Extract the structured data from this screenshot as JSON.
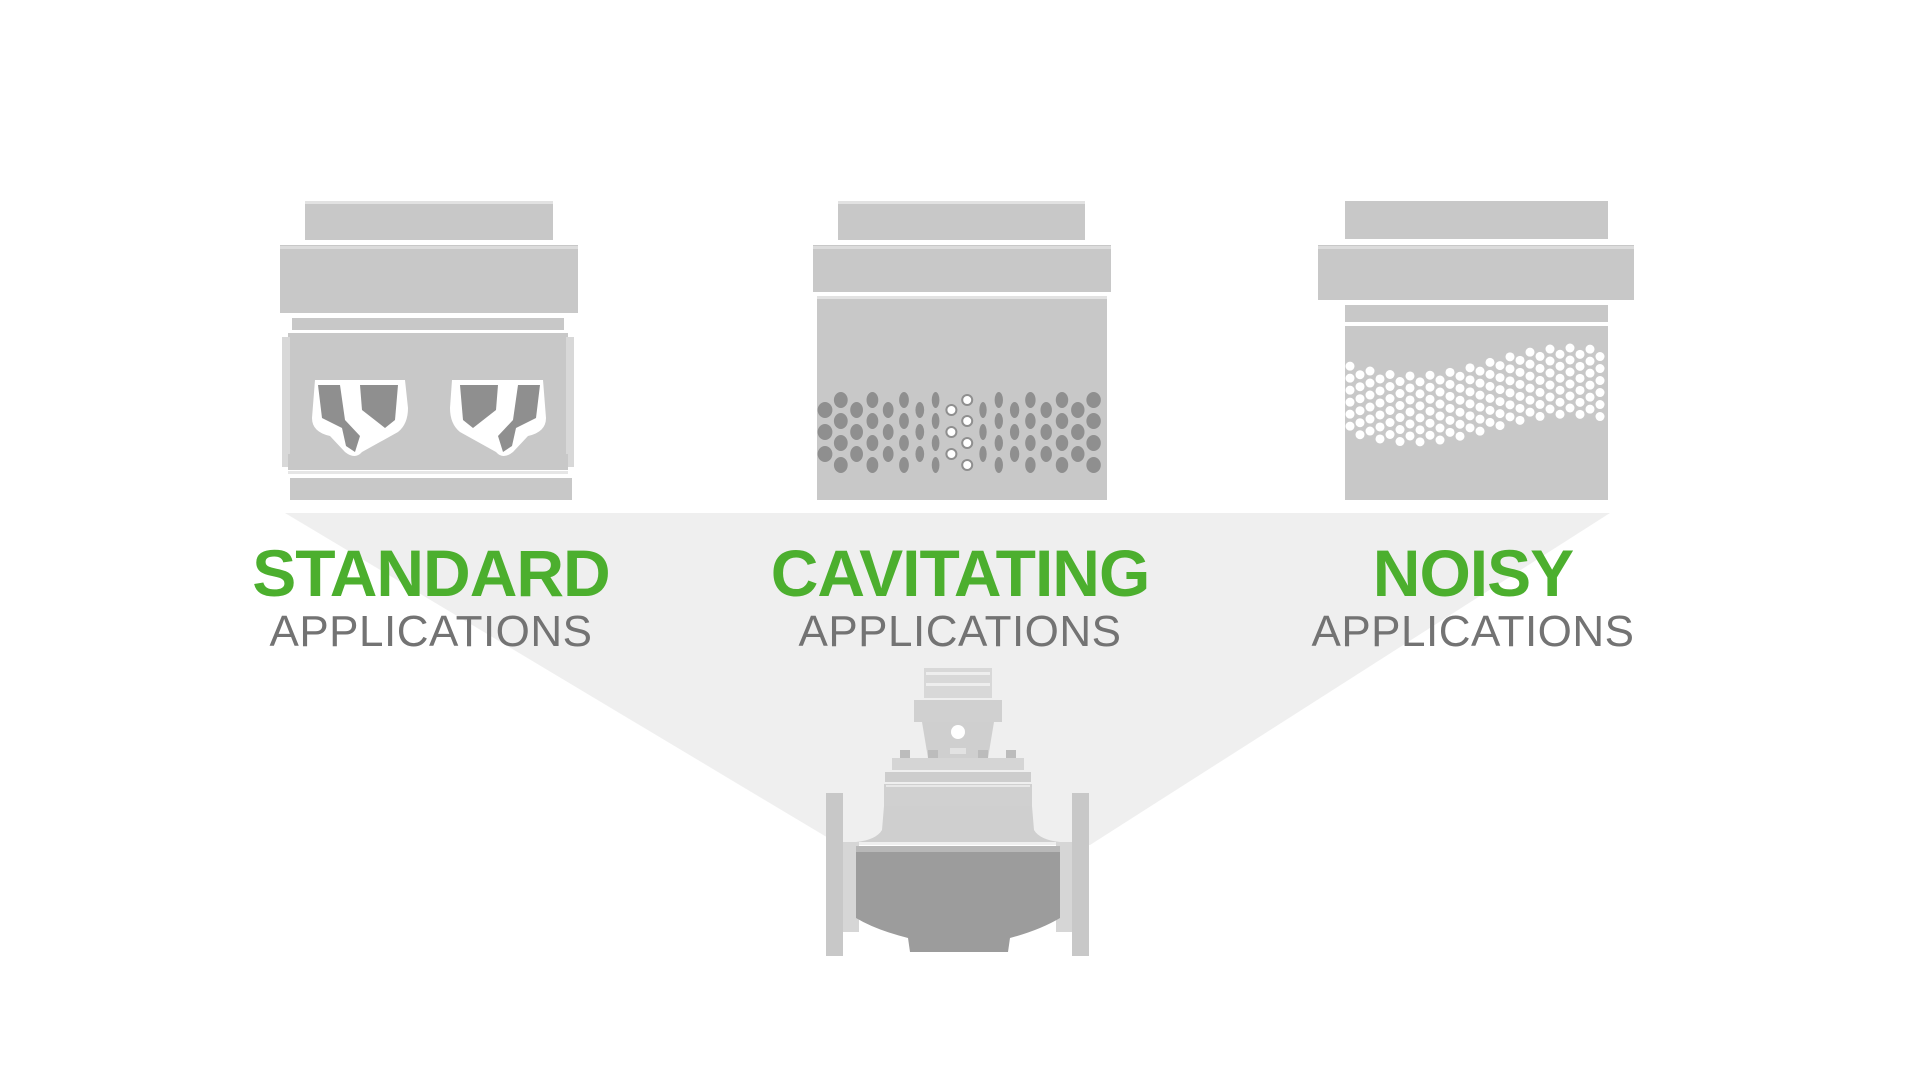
{
  "colors": {
    "accent_green": "#4caf2e",
    "subtitle_gray": "#737373",
    "trim_gray": "#c8c8c8",
    "dark_gray": "#9c9c9c",
    "light_gray": "#e2e2e2",
    "background": "#ffffff"
  },
  "trims": [
    {
      "title": "STANDARD",
      "subtitle": "APPLICATIONS",
      "icon": "standard-trim-icon"
    },
    {
      "title": "CAVITATING",
      "subtitle": "APPLICATIONS",
      "icon": "cavitating-trim-icon"
    },
    {
      "title": "NOISY",
      "subtitle": "APPLICATIONS",
      "icon": "noisy-trim-icon"
    }
  ],
  "valve": {
    "icon": "control-valve-icon"
  }
}
